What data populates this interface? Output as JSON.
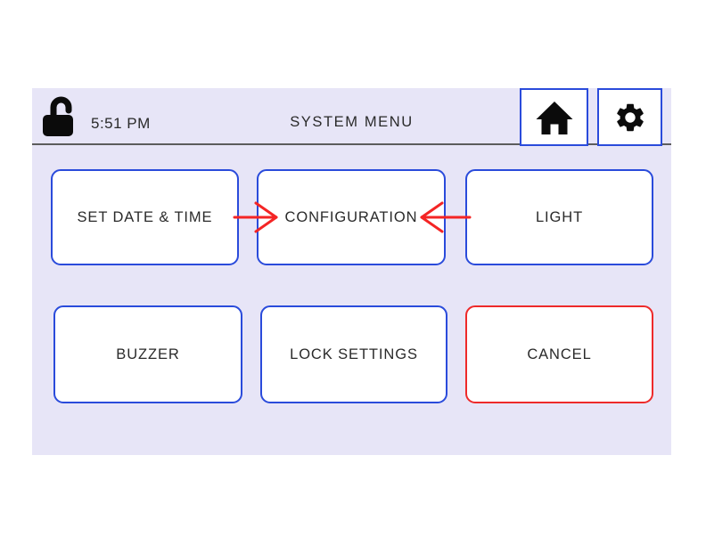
{
  "header": {
    "time": "5:51 PM",
    "title": "SYSTEM MENU",
    "lock_state": "unlocked"
  },
  "nav": {
    "home_button": "home",
    "settings_button": "settings-gear"
  },
  "buttons": [
    {
      "label": "SET DATE & TIME",
      "variant": "blue"
    },
    {
      "label": "CONFIGURATION",
      "variant": "blue"
    },
    {
      "label": "LIGHT",
      "variant": "blue"
    },
    {
      "label": "BUZZER",
      "variant": "blue"
    },
    {
      "label": "LOCK SETTINGS",
      "variant": "blue"
    },
    {
      "label": "CANCEL",
      "variant": "red"
    }
  ],
  "annotations": {
    "arrows": [
      {
        "from": "SET DATE & TIME",
        "to": "CONFIGURATION",
        "direction": "right",
        "color": "#f42525"
      },
      {
        "from": "LIGHT",
        "to": "CONFIGURATION",
        "direction": "left",
        "color": "#f42525"
      }
    ]
  },
  "colors": {
    "panel_bg": "#e7e5f7",
    "button_bg": "#ffffff",
    "accent_blue": "#2a4bdb",
    "accent_red": "#ee2a2a",
    "arrow_red": "#f42525",
    "text": "#2a2a2a",
    "divider": "#5c5c5c"
  }
}
